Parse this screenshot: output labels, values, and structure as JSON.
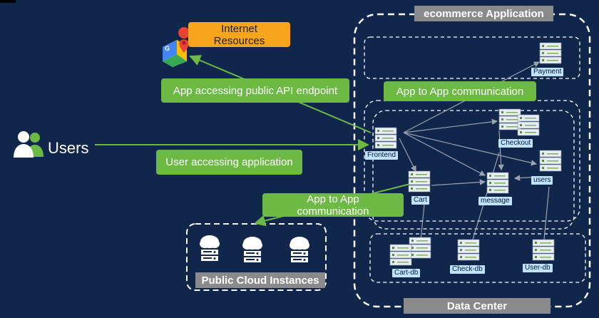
{
  "top_left_bar": "",
  "labels": {
    "ecommerce_app": "ecommerce Application",
    "data_center": "Data Center",
    "public_cloud": "Public Cloud Instances",
    "internet_resources": "Internet Resources",
    "users": "Users"
  },
  "arrows": {
    "public_api": "App accessing public API endpoint",
    "app_to_app_top": "App to App communication",
    "user_access": "User accessing application",
    "app_to_app_bottom": "App to App communication"
  },
  "services": {
    "payment": "Payment",
    "frontend": "Frontend",
    "checkout": "Checkout",
    "cart": "Cart",
    "message": "message",
    "users": "users",
    "cart_db": "Cart-db",
    "check_db": "Check-db",
    "user_db": "User-db"
  },
  "colors": {
    "background": "#11264b",
    "green": "#6cb944",
    "orange": "#f7a51c",
    "gray": "#8a8a8a",
    "label_bg": "#bfe3ff"
  }
}
